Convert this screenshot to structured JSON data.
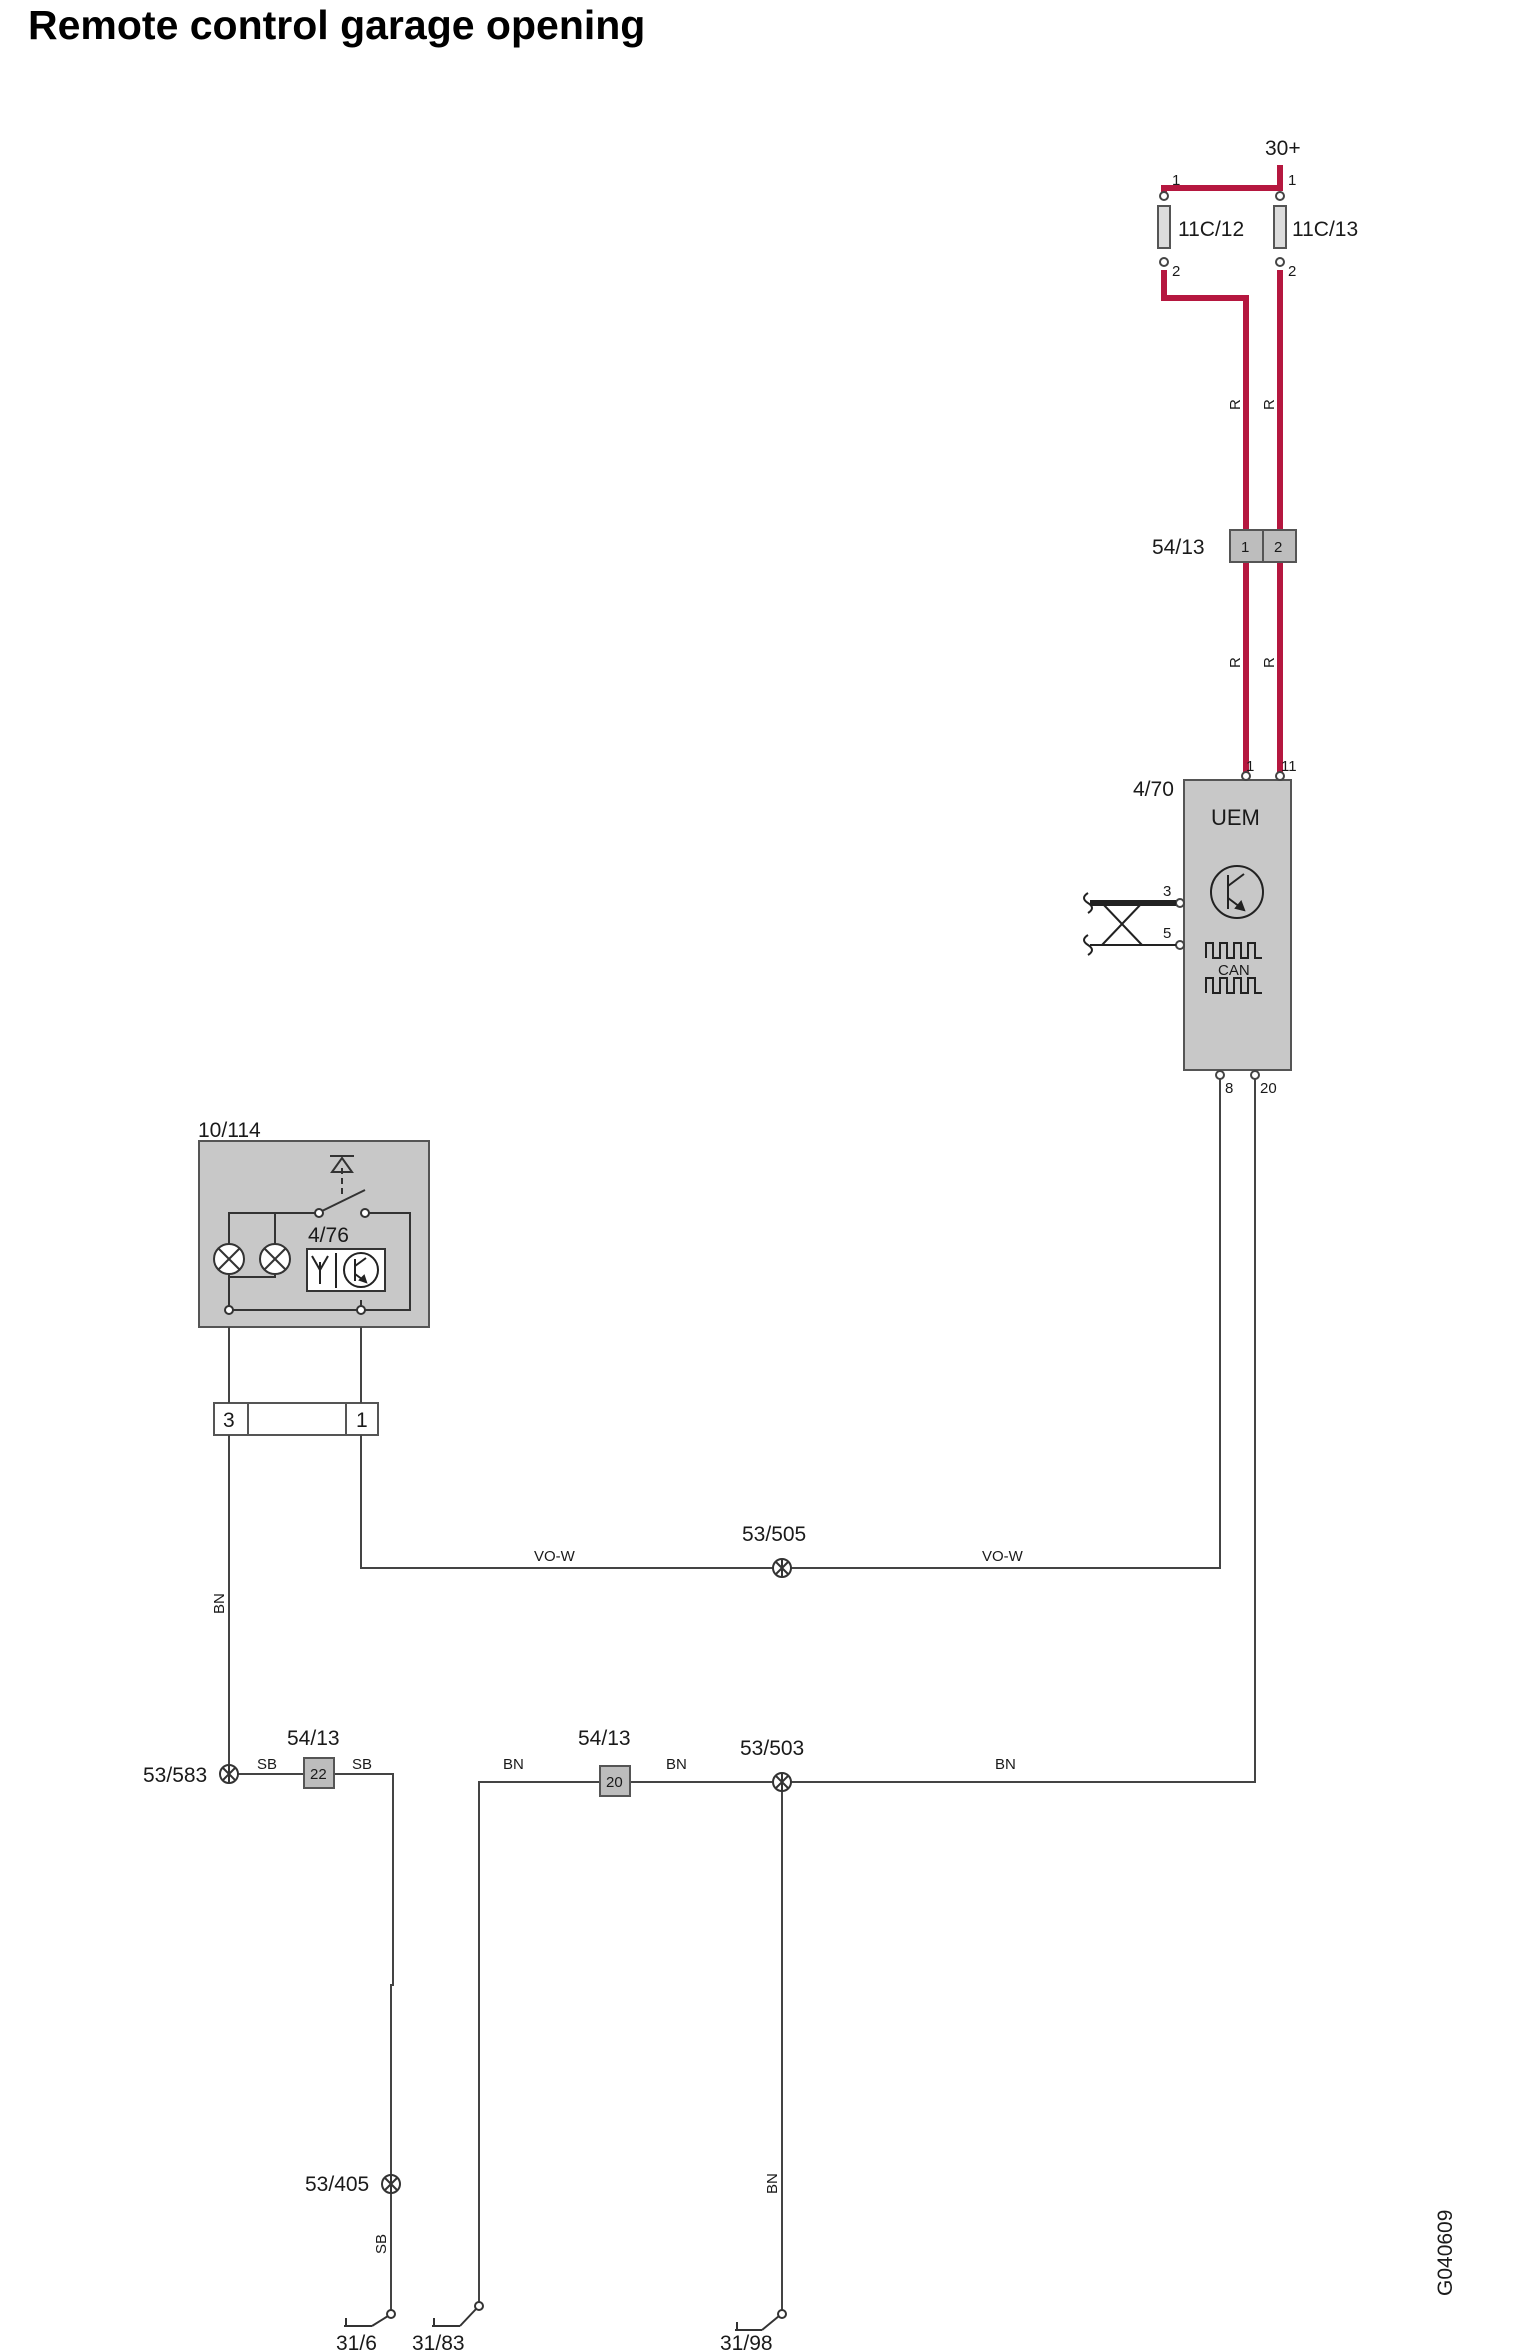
{
  "title": "Remote control garage opening",
  "colors": {
    "power_wire": "#b5173f",
    "wire": "#444444",
    "module_fill": "#c8c8c8",
    "connector_fill": "#bdbdbd",
    "text": "#1a1a1a"
  },
  "supply": {
    "label": "30+"
  },
  "fuses": [
    {
      "id": "11C/12",
      "pin_top": "1",
      "pin_bottom": "2"
    },
    {
      "id": "11C/13",
      "pin_top": "1",
      "pin_bottom": "2"
    }
  ],
  "wire_colors": {
    "red": "R",
    "violet_white": "VO-W",
    "brown": "BN",
    "black": "SB"
  },
  "connector_top": {
    "id": "54/13",
    "pins": [
      "1",
      "2"
    ]
  },
  "uem": {
    "id": "4/70",
    "name": "UEM",
    "pins_top": [
      "1",
      "11"
    ],
    "pins_left": [
      "3",
      "5"
    ],
    "pins_bottom": [
      "8",
      "20"
    ],
    "bus_label": "CAN",
    "icons": [
      "transistor-icon",
      "square-wave-icon"
    ]
  },
  "remote_module": {
    "id": "10/114",
    "sub_id": "4/76",
    "icons": [
      "lamp-icon",
      "switch-icon",
      "antenna-icon",
      "transistor-icon"
    ]
  },
  "plug": {
    "pins": [
      "3",
      "1"
    ]
  },
  "splices": [
    {
      "id": "53/505"
    },
    {
      "id": "53/583"
    },
    {
      "id": "53/503"
    },
    {
      "id": "53/405"
    }
  ],
  "ground_connectors": [
    {
      "id": "54/13",
      "pin": "22"
    },
    {
      "id": "54/13",
      "pin": "20"
    }
  ],
  "grounds": [
    {
      "id": "31/6"
    },
    {
      "id": "31/83"
    },
    {
      "id": "31/98"
    }
  ],
  "figure_code": "G040609"
}
